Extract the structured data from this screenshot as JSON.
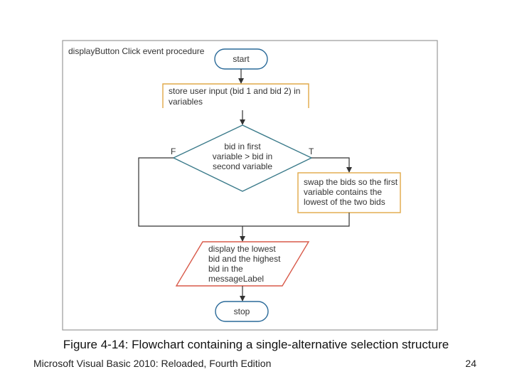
{
  "figure": {
    "frame_title": "displayButton Click event procedure",
    "start_label": "start",
    "input_lines": [
      "store user input (bid 1 and bid 2) in",
      "variables"
    ],
    "decision_lines": [
      "bid in first",
      "variable > bid in",
      "second variable"
    ],
    "false_label": "F",
    "true_label": "T",
    "swap_lines": [
      "swap the bids so the first",
      "variable contains the",
      "lowest of the two bids"
    ],
    "output_lines": [
      "display the lowest",
      "bid and the highest",
      "bid in the",
      "messageLabel"
    ],
    "stop_label": "stop",
    "colors": {
      "frame": "#999999",
      "line": "#333333",
      "process_border": "#e0a848",
      "output_border": "#d85a4a",
      "terminal_border": "#2a6a99",
      "decision_border": "#3a7a8a"
    }
  },
  "caption": "Figure 4-14: Flowchart containing a single-alternative selection structure",
  "footer": {
    "book_title": "Microsoft Visual Basic 2010: Reloaded, Fourth Edition",
    "page_number": "24"
  }
}
